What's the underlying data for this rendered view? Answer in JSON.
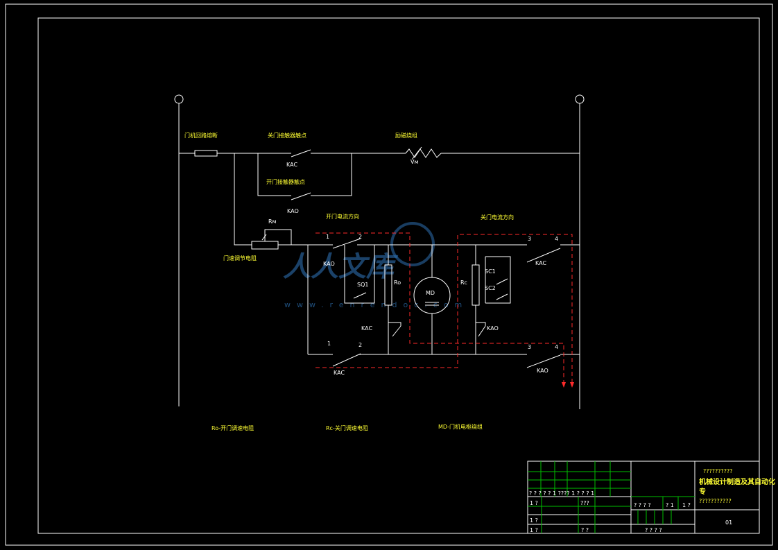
{
  "labels": {
    "door_fuse": "门机回路熔断",
    "close_contact": "关门接触器触点",
    "open_contact": "开门接触器触点",
    "field_winding": "励磁绕组",
    "vm": "Vм",
    "kac": "KAC",
    "kao": "KAO",
    "rm": "Rм",
    "speed_resistor": "门速调节电阻",
    "open_current_dir": "开门电流方向",
    "close_current_dir": "关门电流方向",
    "sq1": "SQ1",
    "sc1": "SC1",
    "sc2": "SC2",
    "ro": "Ro",
    "rc": "Rc",
    "md": "MD",
    "dc": "—",
    "n1": "1",
    "n2": "2",
    "n3": "3",
    "n4": "4",
    "legend_ro": "Ro-开门调速电阻",
    "legend_rc": "Rc-关门调速电阻",
    "legend_md": "MD-门机电枢绕组"
  },
  "watermark": {
    "chars": "人人文库",
    "url": "www.renrendoc.com"
  },
  "title_block": {
    "top_note": "??????????",
    "title": "机械设计制造及其自动化",
    "title_wrap": "专",
    "subtitle": "???????????",
    "drawing_no": "01",
    "row1": "? ? ? ?   ?  1  ????   1 ?  ?  ?  1",
    "row2_a": "1 ?",
    "row2_b": "???",
    "row2_c": "? ? ? ?",
    "row2_d": "? 1",
    "row2_e": "1 ?",
    "row4_a": "1 ?",
    "row5_a": "1 ?",
    "row5_b": "? ?",
    "row5_c": "?      ?     ?     ?"
  },
  "colors": {
    "background": "#000000",
    "wire": "#ffffff",
    "label": "#ffff33",
    "current_path": "#ff2a2a",
    "grid": "#00c000",
    "watermark": "#2d6fb0"
  }
}
